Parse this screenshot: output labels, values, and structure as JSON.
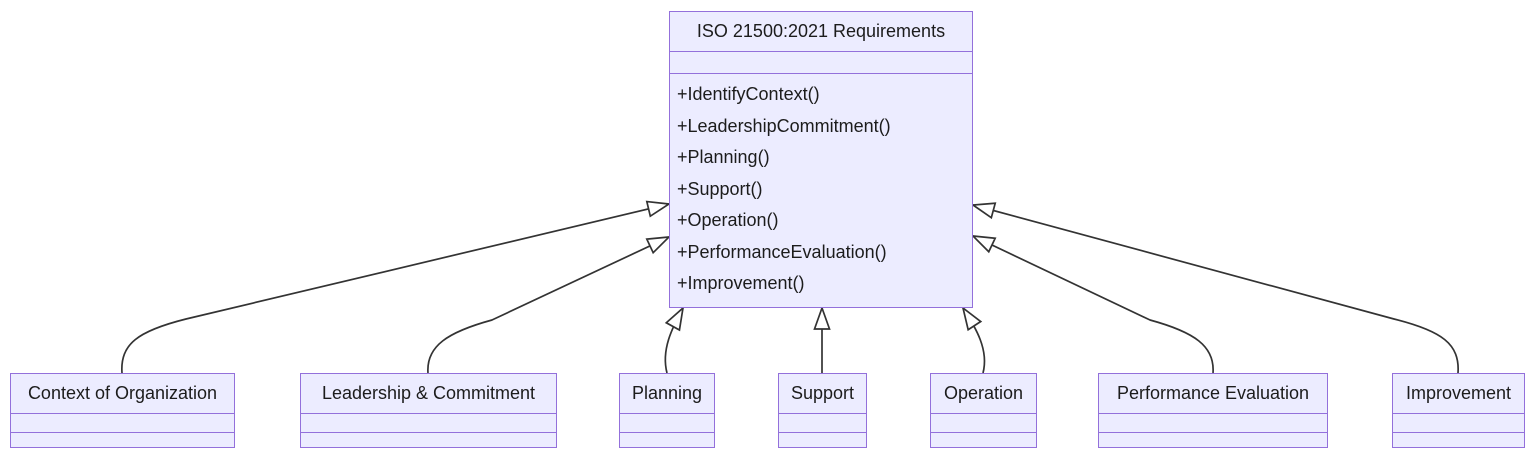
{
  "diagram": {
    "type": "uml-class-diagram",
    "relation": "inheritance",
    "parent": {
      "title": "ISO 21500:2021 Requirements",
      "attributes": [],
      "methods": [
        "+IdentifyContext()",
        "+LeadershipCommitment()",
        "+Planning()",
        "+Support()",
        "+Operation()",
        "+PerformanceEvaluation()",
        "+Improvement()"
      ]
    },
    "children": [
      {
        "label": "Context of Organization"
      },
      {
        "label": "Leadership & Commitment"
      },
      {
        "label": "Planning"
      },
      {
        "label": "Support"
      },
      {
        "label": "Operation"
      },
      {
        "label": "Performance Evaluation"
      },
      {
        "label": "Improvement"
      }
    ],
    "colors": {
      "node_fill": "#ECECFF",
      "node_border": "#9370DB",
      "edge_line": "#333333",
      "arrowhead_fill": "#ffffff",
      "text": "#1c1c1c",
      "background": "#ffffff"
    }
  }
}
